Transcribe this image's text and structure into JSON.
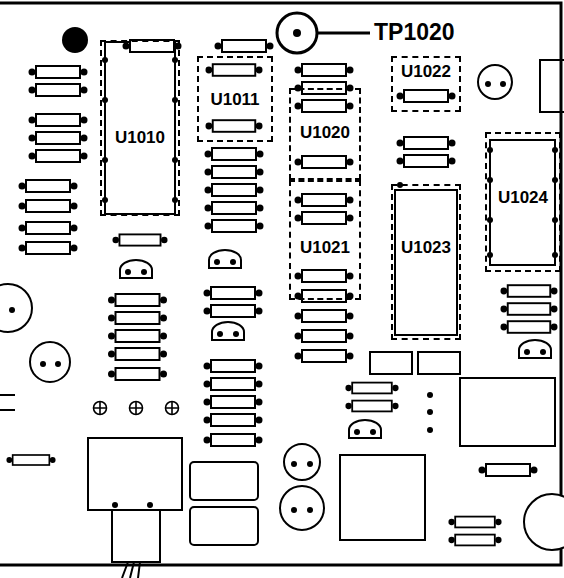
{
  "diagram": {
    "nodes": [
      {
        "text": [
          "U1010"
        ]
      },
      {
        "text": [
          "U1011"
        ]
      },
      {
        "text": [
          "U1020"
        ]
      },
      {
        "text": [
          "U1021"
        ]
      },
      {
        "text": [
          "U1022"
        ]
      },
      {
        "text": [
          "U1023"
        ]
      },
      {
        "text": [
          "U1024"
        ]
      }
    ],
    "labels": [
      "TP1020"
    ]
  }
}
